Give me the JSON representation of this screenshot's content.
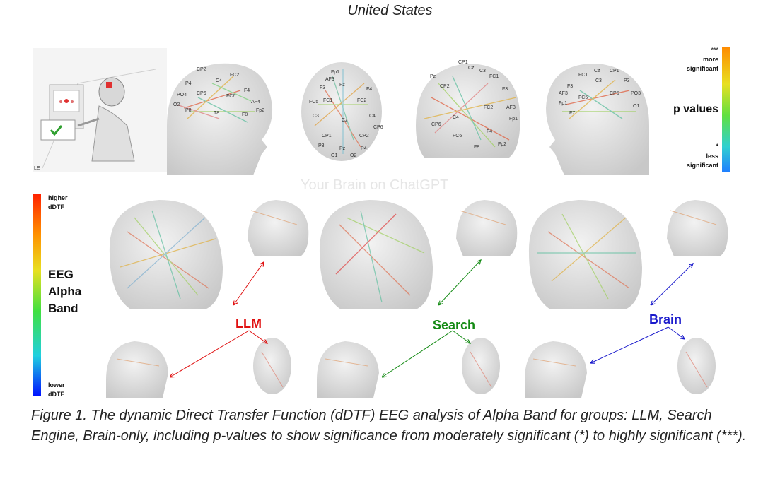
{
  "header": {
    "country": "United States"
  },
  "figure": {
    "watermark": "Your Brain on ChatGPT",
    "pvalue_legend": {
      "title": "p values",
      "top_marker": "***",
      "top_line1": "more",
      "top_line2": "significant",
      "bottom_marker": "*",
      "bottom_line1": "less",
      "bottom_line2": "significant"
    },
    "dtf_legend": {
      "top_line1": "higher",
      "top_line2": "dDTF",
      "title_line1": "EEG",
      "title_line2": "Alpha",
      "title_line3": "Band",
      "bottom_line1": "lower",
      "bottom_line2": "dDTF"
    },
    "groups": [
      {
        "label": "LLM",
        "color": "#e01010"
      },
      {
        "label": "Search",
        "color": "#138a13"
      },
      {
        "label": "Brain",
        "color": "#1a1acc"
      }
    ],
    "electrodes": {
      "left": [
        "CP2",
        "C4",
        "FC2",
        "P4",
        "CP6",
        "FC6",
        "F4",
        "PO4",
        "P8",
        "T8",
        "F8",
        "O2",
        "AF4",
        "Fp2"
      ],
      "top": [
        "Fp1",
        "AF3",
        "F3",
        "Fz",
        "FC1",
        "FC5",
        "FC2",
        "F4",
        "C3",
        "Cz",
        "C4",
        "CP1",
        "CP2",
        "P3",
        "Pz",
        "P4",
        "O1",
        "O2",
        "CP6"
      ],
      "back": [
        "CP1",
        "Cz",
        "C3",
        "FC1",
        "CP2",
        "Pz",
        "FC2",
        "F3",
        "C4",
        "F4",
        "AF3",
        "Fp1",
        "CP6",
        "FC6",
        "F8",
        "Fp2"
      ],
      "right": [
        "FC1",
        "Cz",
        "CP1",
        "C3",
        "P3",
        "FC5",
        "CP5",
        "PO3",
        "F7",
        "Fp1",
        "F3",
        "AF3",
        "O1"
      ]
    }
  },
  "caption": {
    "text": "Figure 1. The dynamic Direct Transfer Function (dDTF) EEG analysis of Alpha Band for groups: LLM, Search Engine, Brain-only, including p-values to show significance from moderately significant (*) to highly significant (***)."
  }
}
